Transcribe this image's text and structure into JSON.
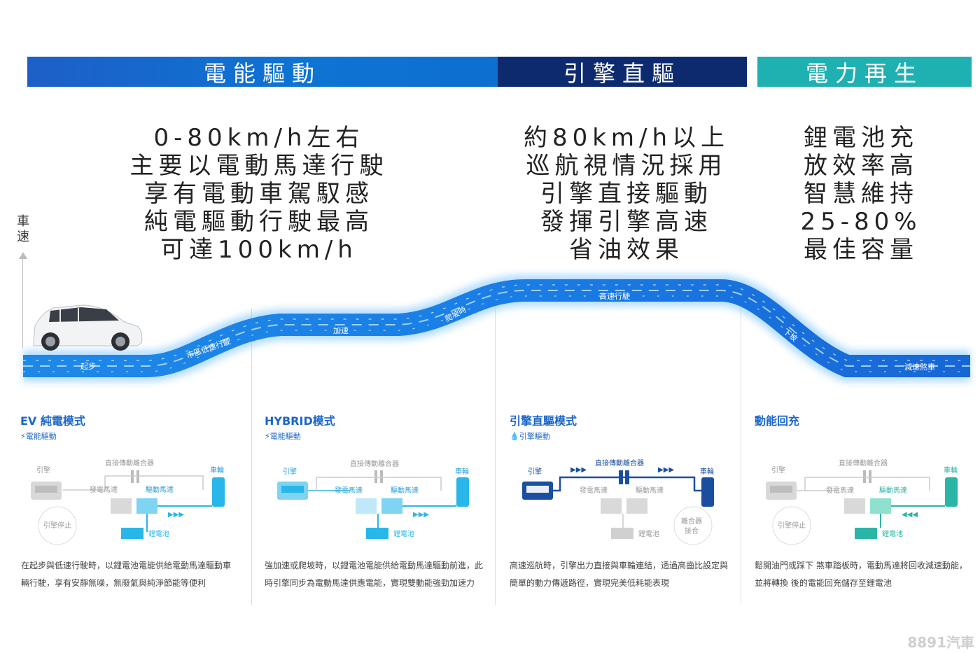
{
  "headers": {
    "ev": "電能驅動",
    "engine": "引擎直驅",
    "regen": "電力再生"
  },
  "descriptions": {
    "ev": [
      "0-80km/h左右",
      "主要以電動馬達行駛",
      "享有電動車駕馭感",
      "純電驅動行駛最高",
      "可達100km/h"
    ],
    "engine": [
      "約80km/h以上",
      "巡航視情況採用",
      "引擎直接驅動",
      "發揮引擎高速",
      "省油效果"
    ],
    "regen": [
      "鋰電池充",
      "放效率高",
      "智慧維持",
      "25-80%",
      "最佳容量"
    ]
  },
  "axis_label": "車速",
  "road_labels": {
    "start": "起步",
    "city": "市區低速行駛",
    "accel": "加速",
    "climb": "爬坡時",
    "highway": "高速行駛",
    "downhill": "下坡",
    "decel": "減速煞車"
  },
  "modes": [
    {
      "title": "EV 純電模式",
      "subtitle": "電能驅動",
      "subtitle_icon": "lightning-icon",
      "text": "在起步與低速行駛時，以鋰電池電能供給電動馬達驅動車輛行駛，享有安靜無噪，無廢氣與純淨節能等便利"
    },
    {
      "title": "HYBRID模式",
      "subtitle": "電能驅動",
      "subtitle_icon": "lightning-icon",
      "text": "強加速或爬坡時，以鋰電池電能供給電動馬達驅動前進，此時引擎同步為電動馬達供應電能，實現雙動能強勁加速力"
    },
    {
      "title": "引擎直驅模式",
      "subtitle": "引擎驅動",
      "subtitle_icon": "fuel-drop-icon",
      "text": "高速巡航時，引擎出力直接與車輪連結，透過高齒比設定與簡單的動力傳遞路徑，實現完美低耗能表現"
    },
    {
      "title": "動能回充",
      "subtitle": "",
      "subtitle_icon": "",
      "text": "鬆開油門或踩下 煞車踏板時，電動馬達將回收減速動能，並將轉換 後的電能回充儲存至鋰電池"
    }
  ],
  "schematic_labels": {
    "engine": "引擎",
    "clutch": "直接傳動離合器",
    "wheel": "車輪",
    "generator": "發電馬達",
    "drive_motor": "驅動馬達",
    "battery": "鋰電池",
    "engine_stop": "引擎停止",
    "clutch_engaged": [
      "離合器",
      "接合"
    ]
  },
  "watermark": "8891汽車",
  "colors": {
    "ev_header": "#0d74d4",
    "engine_header": "#0d2a6e",
    "regen_header": "#1fb0b2",
    "mode_title": "#1a66c9",
    "road": "#1a8cf0",
    "active_component": "#29b6e8"
  }
}
